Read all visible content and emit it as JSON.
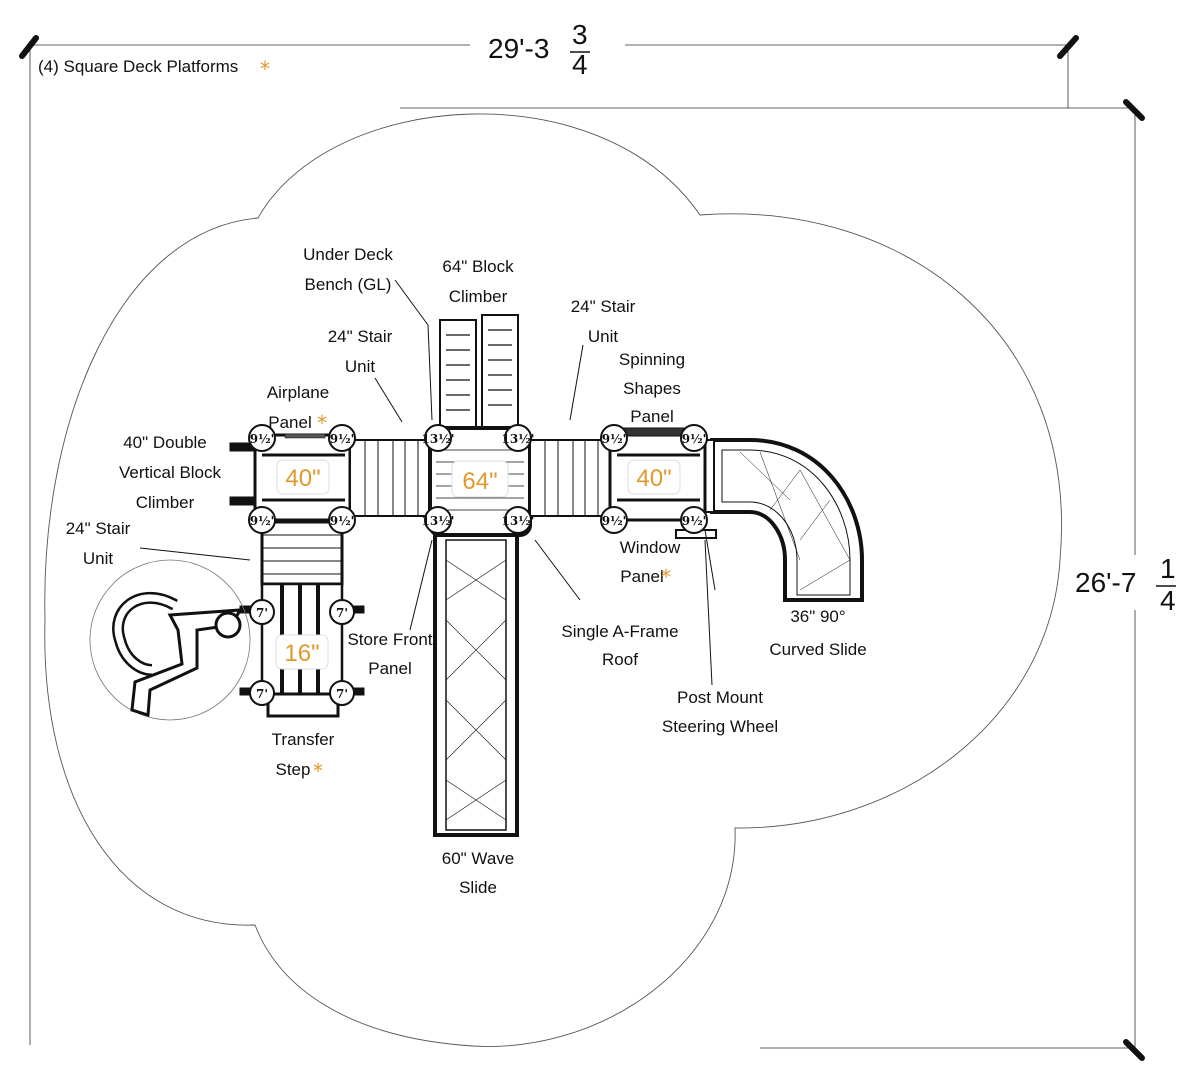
{
  "dimensions": {
    "width": "29'-3",
    "width_frac_num": "3",
    "width_frac_den": "4",
    "depth": "26'-7",
    "depth_frac_num": "1",
    "depth_frac_den": "4"
  },
  "note": "(4) Square Deck Platforms",
  "asterisk": "*",
  "decks": {
    "left": "40\"",
    "center": "64\"",
    "right": "40\"",
    "lower": "16\""
  },
  "posts": {
    "small": "9½'",
    "large": "13½'",
    "short": "7'"
  },
  "labels": {
    "under_deck_bench": [
      "Under Deck",
      "Bench (GL)"
    ],
    "block_climber": [
      "64\" Block",
      "Climber"
    ],
    "stair_top_left": [
      "24\" Stair",
      "Unit"
    ],
    "stair_top_right": [
      "24\" Stair",
      "Unit"
    ],
    "spinning_shapes": [
      "Spinning",
      "Shapes",
      "Panel"
    ],
    "airplane_panel": [
      "Airplane",
      "Panel"
    ],
    "double_climber": [
      "40\" Double",
      "Vertical Block",
      "Climber"
    ],
    "stair_left": [
      "24\" Stair",
      "Unit"
    ],
    "store_front": [
      "Store Front",
      "Panel"
    ],
    "a_frame_roof": [
      "Single A-Frame",
      "Roof"
    ],
    "window_panel": [
      "Window",
      "Panel"
    ],
    "curved_slide": [
      "36\" 90°",
      "Curved Slide"
    ],
    "steering_wheel": [
      "Post Mount",
      "Steering Wheel"
    ],
    "transfer_step": [
      "Transfer",
      "Step"
    ],
    "wave_slide": [
      "60\" Wave",
      "Slide"
    ]
  },
  "colors": {
    "accent": "#e09a2c",
    "line": "#111111"
  }
}
